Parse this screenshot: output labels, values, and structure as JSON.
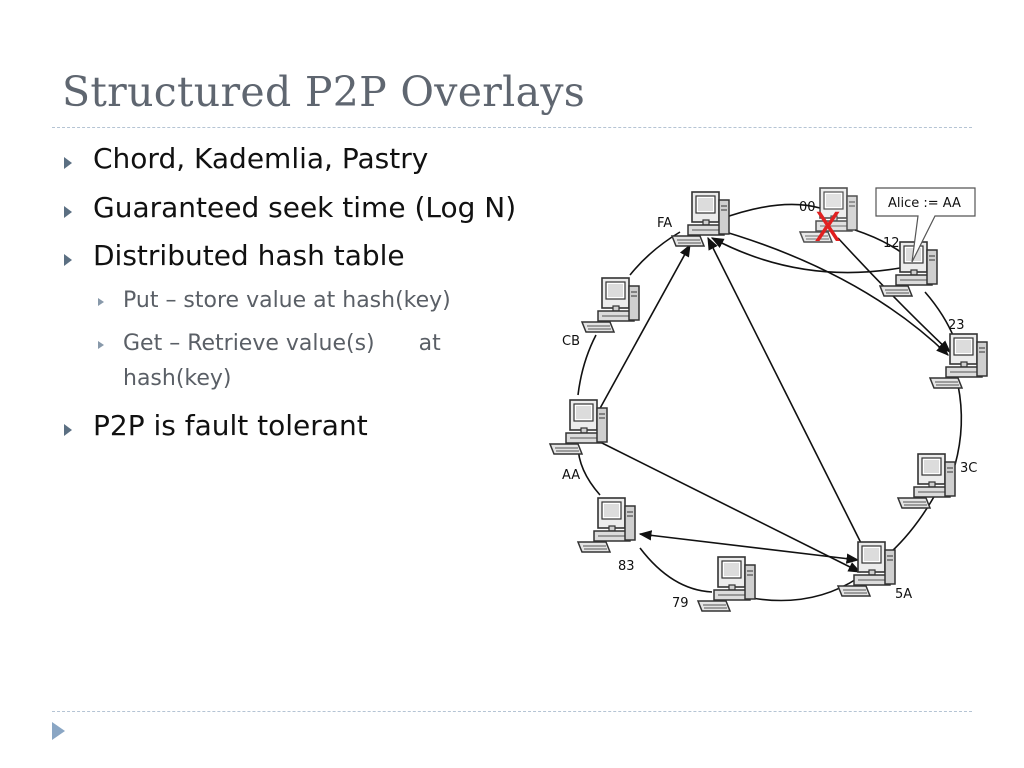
{
  "slide": {
    "title": "Structured P2P Overlays",
    "bullets": [
      {
        "text": "Chord, Kademlia, Pastry"
      },
      {
        "text": "Guaranteed seek time (Log N)"
      },
      {
        "text": "Distributed hash table"
      },
      {
        "text": "P2P is fault tolerant"
      }
    ],
    "sub_bullets": [
      {
        "text": "Put – store value at hash(key)"
      },
      {
        "text": "Get – Retrieve value(s)  at"
      },
      {
        "text": "hash(key)"
      }
    ]
  },
  "diagram": {
    "nodes": [
      {
        "id": "00",
        "label": "00",
        "failed": true
      },
      {
        "id": "12",
        "label": "12"
      },
      {
        "id": "23",
        "label": "23"
      },
      {
        "id": "3C",
        "label": "3C"
      },
      {
        "id": "5A",
        "label": "5A"
      },
      {
        "id": "79",
        "label": "79"
      },
      {
        "id": "83",
        "label": "83"
      },
      {
        "id": "AA",
        "label": "AA"
      },
      {
        "id": "CB",
        "label": "CB"
      },
      {
        "id": "FA",
        "label": "FA"
      }
    ],
    "callout": {
      "text": "Alice := AA",
      "target": "12"
    },
    "failure_mark": {
      "text": "X",
      "color": "#e02020"
    },
    "edges": [
      {
        "from": "12",
        "to": "FA"
      },
      {
        "from": "00",
        "to": "23"
      },
      {
        "from": "FA",
        "to": "23"
      },
      {
        "from": "AA",
        "to": "FA"
      },
      {
        "from": "5A",
        "to": "FA"
      },
      {
        "from": "AA",
        "to": "5A"
      },
      {
        "from": "5A",
        "to": "83"
      },
      {
        "from": "83",
        "to": "5A"
      }
    ]
  }
}
